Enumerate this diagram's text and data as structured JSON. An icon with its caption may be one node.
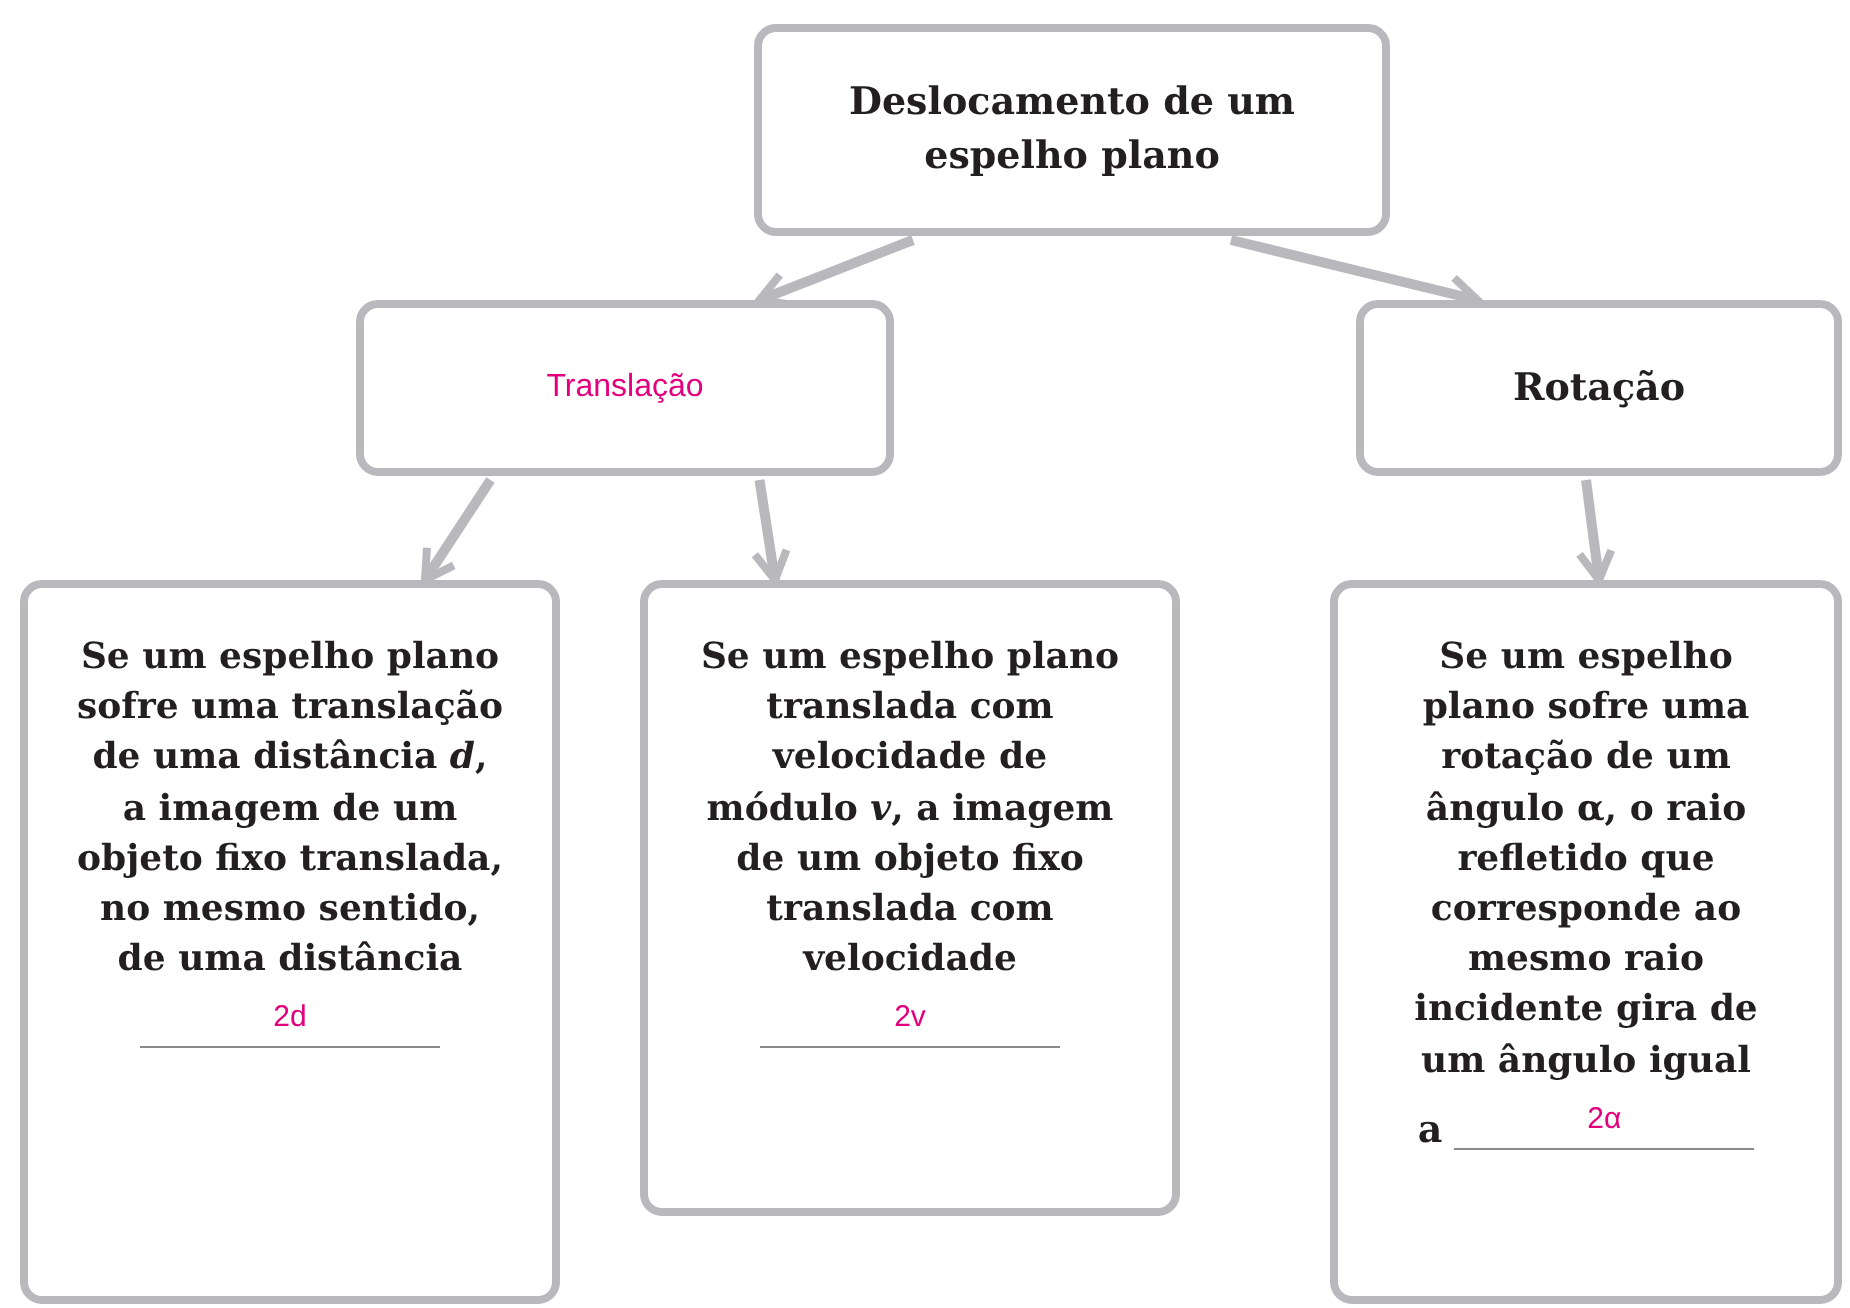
{
  "diagram": {
    "nodes": [
      {
        "text": [
          "Deslocamento de um espelho plano"
        ]
      },
      {
        "text": [
          "Translação"
        ]
      },
      {
        "text": [
          "Rotação"
        ]
      },
      {
        "text": [
          "Se um espelho plano sofre uma translação de uma distância *d*, a imagem de um objeto fixo translada, no mesmo sentido, de uma distância",
          "2d"
        ]
      },
      {
        "text": [
          "Se um espelho plano translada com velocidade de módulo *v*, a imagem de um objeto fixo translada com velocidade",
          "2v"
        ]
      },
      {
        "text": [
          "Se um espelho plano sofre uma rotação de um ângulo α, o raio refletido que corresponde ao mesmo raio incidente gira de um ângulo igual",
          "a",
          "2α"
        ]
      }
    ],
    "edges": [
      {
        "from": 0,
        "to": 1,
        "arrow": "to"
      },
      {
        "from": 0,
        "to": 2,
        "arrow": "to"
      },
      {
        "from": 1,
        "to": 3,
        "arrow": "to"
      },
      {
        "from": 1,
        "to": 4,
        "arrow": "to"
      },
      {
        "from": 2,
        "to": 5,
        "arrow": "to"
      }
    ]
  }
}
